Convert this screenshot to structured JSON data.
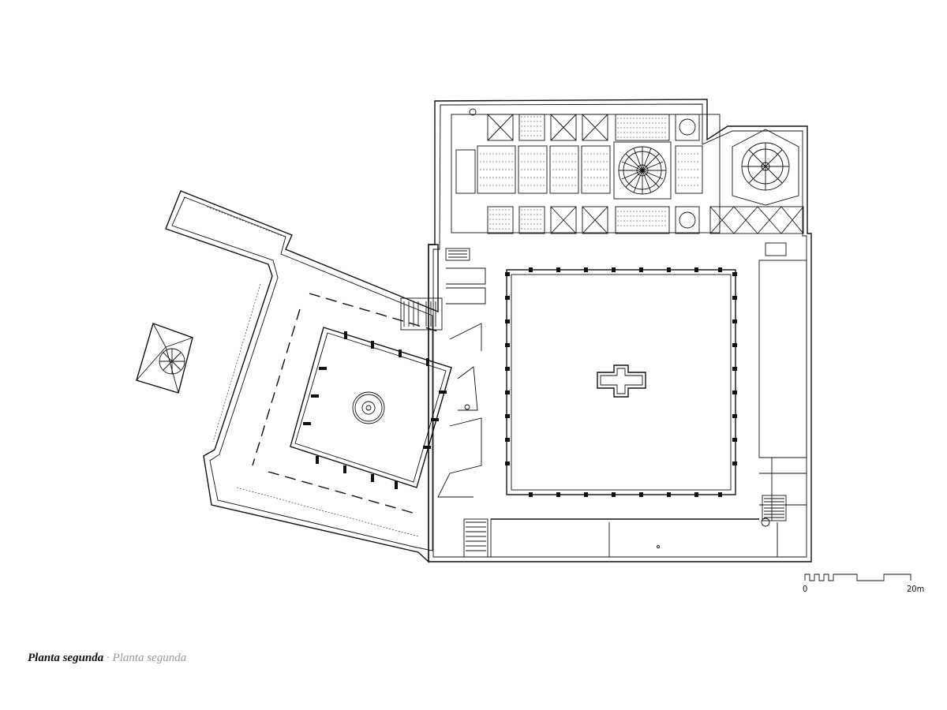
{
  "scale_bar": {
    "start_label": "0",
    "end_label": "20m"
  },
  "caption": {
    "primary": "Planta segunda",
    "separator": " · ",
    "secondary": "Planta segunda"
  },
  "colors": {
    "line": "#111111",
    "caption_secondary": "#999999",
    "background": "#ffffff"
  }
}
